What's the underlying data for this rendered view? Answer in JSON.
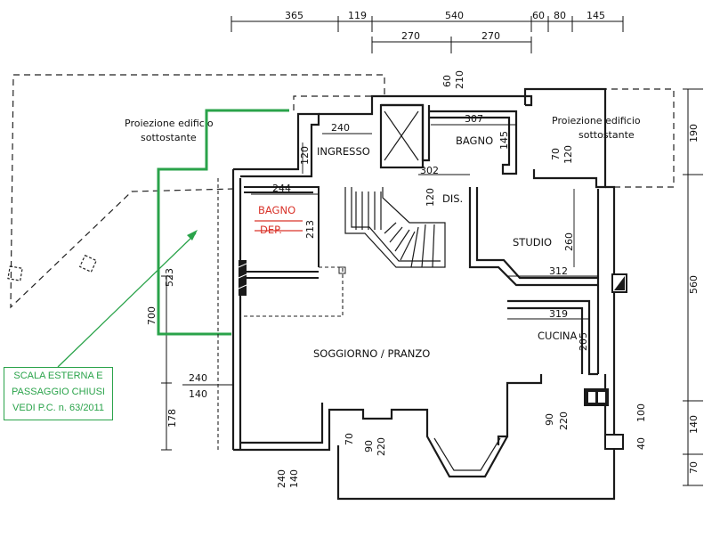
{
  "colors": {
    "wall": "#1a1a1a",
    "green": "#2aa34a",
    "red": "#d9342b"
  },
  "dimensions": {
    "top_row": [
      "365",
      "119",
      "540",
      "60",
      "80",
      "145"
    ],
    "second_row": [
      "270",
      "270"
    ],
    "stair_top": [
      "60",
      "210"
    ],
    "right_col": [
      "190",
      "560",
      "140",
      "70"
    ],
    "left_col": [
      "700",
      "178",
      "523"
    ],
    "inner": {
      "d240_ingresso": "240",
      "d120_ingresso": "120",
      "d307": "307",
      "d145_bagno": "145",
      "d302": "302",
      "d120_dis": "120",
      "d244": "244",
      "d213": "213",
      "d260": "260",
      "d312": "312",
      "d319": "319",
      "d205": "205",
      "d70_studio": "70",
      "d120_studio": "120",
      "d240_left": "240",
      "d140_left": "140",
      "d240_bottom": "240",
      "d140_bottom": "140",
      "d70_bottom": "70",
      "d90_bottom": "90",
      "d220_bottom": "220",
      "d90_right": "90",
      "d220_right": "220",
      "d100_right": "100",
      "d40_right": "40"
    }
  },
  "labels": {
    "proj_left_1": "Proiezione edificio",
    "proj_left_2": "sottostante",
    "proj_right_1": "Proiezione edificio",
    "proj_right_2": "sottostante",
    "ingresso": "INGRESSO",
    "bagno": "BAGNO",
    "bagno_old": "BAGNO",
    "dep": "DEP.",
    "dis": "DIS.",
    "studio": "STUDIO",
    "soggiorno": "SOGGIORNO / PRANZO",
    "cucina": "CUCINA"
  },
  "note": {
    "line1": "SCALA ESTERNA E",
    "line2": "PASSAGGIO CHIUSI",
    "line3": "VEDI P.C. n. 63/2011"
  }
}
